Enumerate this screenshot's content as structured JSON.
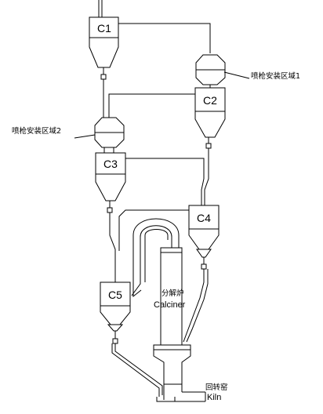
{
  "cyclones": {
    "c1": {
      "label": "C1"
    },
    "c2": {
      "label": "C2"
    },
    "c3": {
      "label": "C3"
    },
    "c4": {
      "label": "C4"
    },
    "c5": {
      "label": "C5"
    }
  },
  "annotations": {
    "burner_zone_1": "喷枪安装区域1",
    "burner_zone_2": "喷枪安装区域2",
    "calciner_cn": "分解炉",
    "calciner_en": "Calciner",
    "kiln_cn": "回转窑",
    "kiln_en": "Kiln"
  }
}
